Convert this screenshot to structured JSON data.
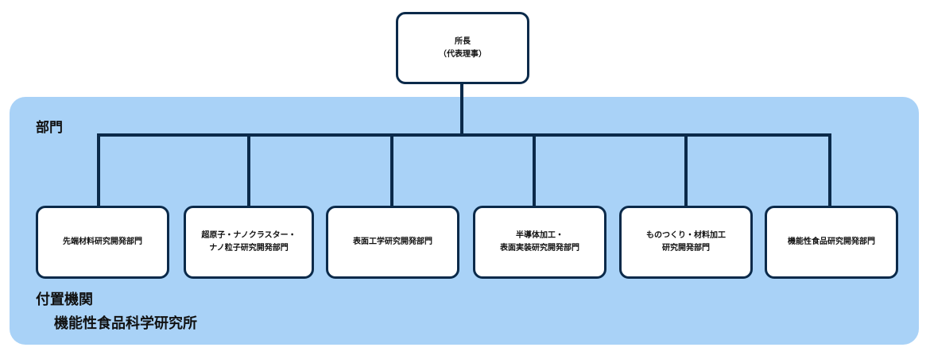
{
  "director": {
    "label": "所長\n（代表理事）"
  },
  "section_heading": "部門",
  "departments": [
    {
      "label": "先端材料研究開発部門"
    },
    {
      "label": "超原子・ナノクラスター・\nナノ粒子研究開発部門"
    },
    {
      "label": "表面工学研究開発部門"
    },
    {
      "label": "半導体加工・\n表面実装研究開発部門"
    },
    {
      "label": "ものつくり・材料加工\n研究開発部門"
    },
    {
      "label": "機能性食品研究開発部門"
    }
  ],
  "affiliated_heading": "付置機関",
  "affiliated_institute": "機能性食品科学研究所",
  "colors": {
    "panel": "#a9d2f7",
    "line": "#0b2a4a",
    "box_border": "#0b2a4a",
    "box_fill": "#ffffff"
  }
}
